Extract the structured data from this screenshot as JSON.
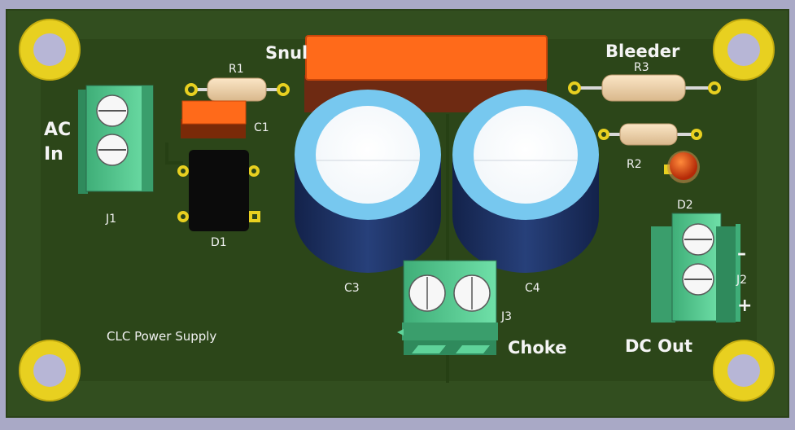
{
  "board": {
    "title": "CLC Power Supply",
    "colors": {
      "background": "#a9a9c6",
      "pcb": "#2f4a1c",
      "pcb_edge": "#3b5a24",
      "silkscreen": "#f2f2f2",
      "pad_gold": "#e8d020",
      "terminal_green": "#5fd39a",
      "cap_blue": "#77c8ef",
      "cap_body": "#1d2f5a",
      "snubber_orange": "#ff6a1a",
      "led_red": "#d43a10"
    }
  },
  "labels": {
    "ac_in_line1": "AC",
    "ac_in_line2": "In",
    "snubber": "Snul",
    "bleeder": "Bleeder",
    "choke": "Choke",
    "dc_out": "DC Out",
    "minus": "–",
    "plus": "+"
  },
  "refs": {
    "r1": "R1",
    "r2": "R2",
    "r3": "R3",
    "c1": "C1",
    "c3": "C3",
    "c4": "C4",
    "d1": "D1",
    "d2": "D2",
    "j1": "J1",
    "j2": "J2",
    "j3": "J3"
  }
}
